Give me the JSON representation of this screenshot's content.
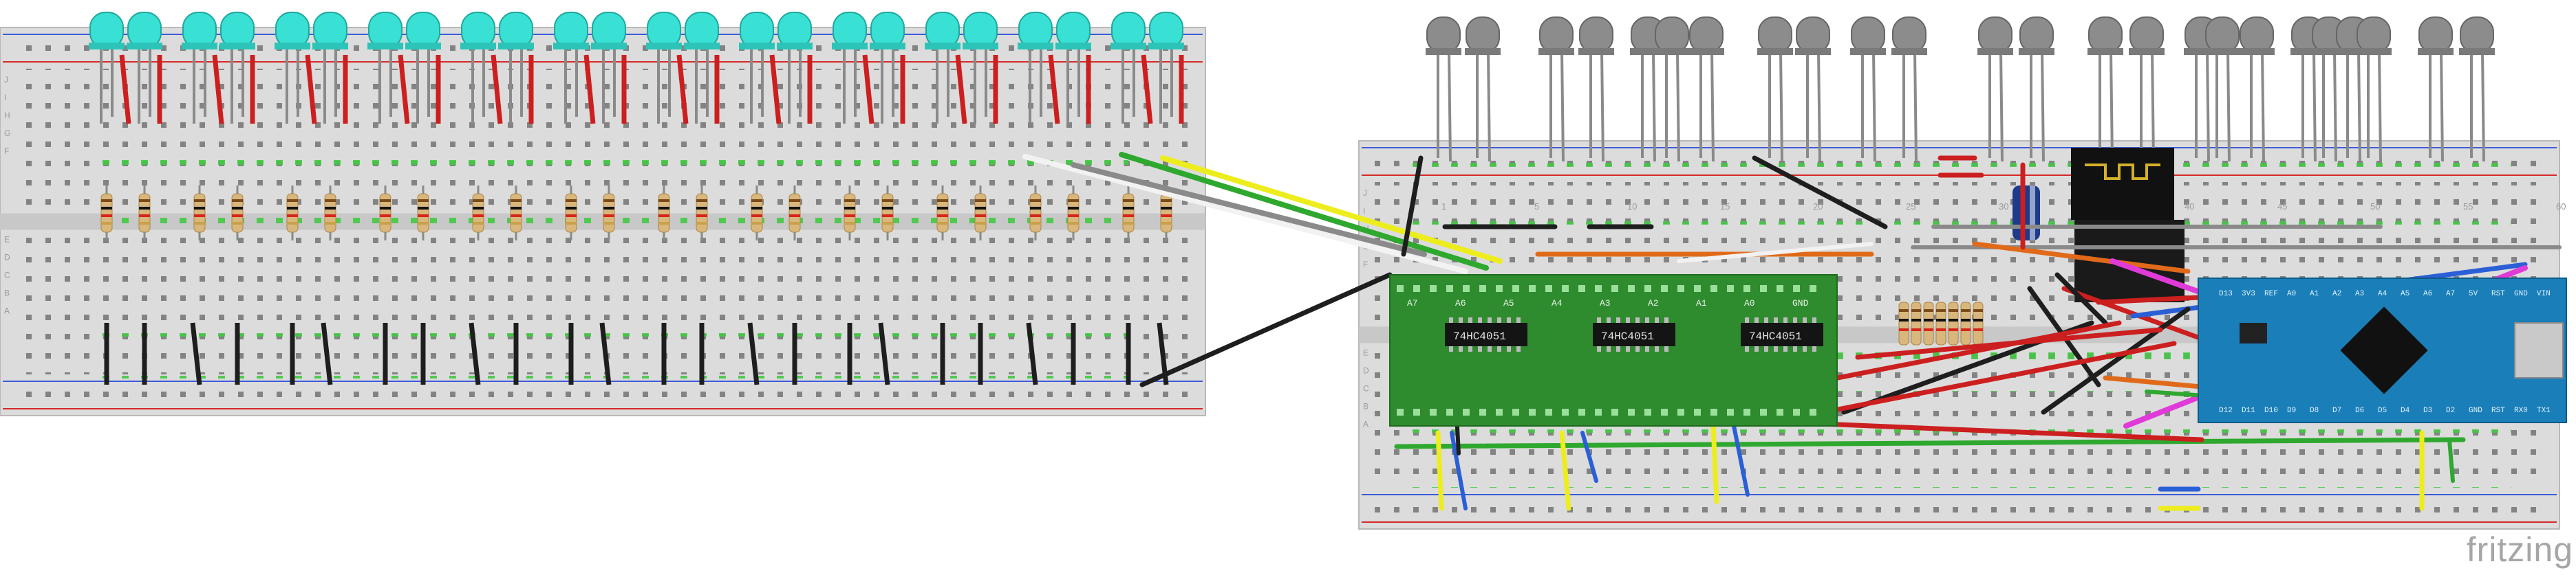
{
  "diagram": {
    "boards": [
      {
        "name": "left-breadboard",
        "led_style": "cyan"
      },
      {
        "name": "right-breadboard",
        "led_style": "gray"
      }
    ],
    "chip_label": "74HC4051",
    "chip_count": 3,
    "mux_pin_labels": [
      "A7",
      "A6",
      "A5",
      "A4",
      "A3",
      "A2",
      "A1",
      "A0",
      "GND"
    ],
    "arduino_pin_labels": [
      "D13",
      "3V3",
      "REF",
      "A0",
      "A1",
      "A2",
      "A3",
      "A4",
      "A5",
      "A6",
      "A7",
      "5V",
      "RST",
      "GND",
      "VIN"
    ],
    "arduino_bottom_labels": [
      "D12",
      "D11",
      "D10",
      "D9",
      "D8",
      "D7",
      "D6",
      "D5",
      "D4",
      "D3",
      "D2",
      "GND",
      "RST",
      "RX0",
      "TX1"
    ],
    "breadboard_row_letters": [
      "J",
      "I",
      "H",
      "G",
      "F",
      "E",
      "D",
      "C",
      "B",
      "A"
    ],
    "column_numbers": [
      "1",
      "5",
      "10",
      "15",
      "20",
      "25",
      "30",
      "35",
      "40",
      "45",
      "50",
      "55",
      "60"
    ],
    "wire_colors": {
      "red": "#cc1f1f",
      "black": "#1e1e1e",
      "green": "#2ea82e",
      "yellow": "#eded1e",
      "white": "#f2f2f2",
      "orange": "#e06a1a",
      "magenta": "#e03ad9",
      "blue": "#2a5fd6",
      "gray": "#8a8a8a"
    },
    "led_colors": {
      "cyan": "#39e0d4",
      "gray": "#8c8c8c"
    },
    "pcb_color": "#2e8b2e",
    "arduino_color": "#1a7fb8",
    "capacitor_color": "#1e3a8a"
  },
  "branding": {
    "text": "fritzing"
  }
}
